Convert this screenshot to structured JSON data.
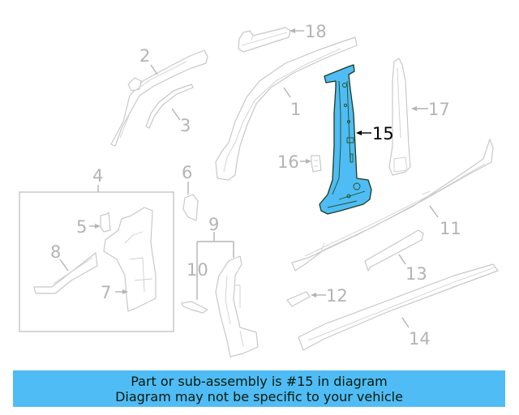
{
  "diagram": {
    "highlighted_part": "15",
    "highlight_color": "#4fbcf5",
    "callouts": [
      {
        "id": "1",
        "label": "1"
      },
      {
        "id": "2",
        "label": "2"
      },
      {
        "id": "3",
        "label": "3"
      },
      {
        "id": "4",
        "label": "4"
      },
      {
        "id": "5",
        "label": "5"
      },
      {
        "id": "6",
        "label": "6"
      },
      {
        "id": "7",
        "label": "7"
      },
      {
        "id": "8",
        "label": "8"
      },
      {
        "id": "9",
        "label": "9"
      },
      {
        "id": "10",
        "label": "10"
      },
      {
        "id": "11",
        "label": "11"
      },
      {
        "id": "12",
        "label": "12"
      },
      {
        "id": "13",
        "label": "13"
      },
      {
        "id": "14",
        "label": "14"
      },
      {
        "id": "15",
        "label": "15"
      },
      {
        "id": "16",
        "label": "16"
      },
      {
        "id": "17",
        "label": "17"
      },
      {
        "id": "18",
        "label": "18"
      }
    ]
  },
  "banner": {
    "line1": "Part or sub-assembly is #15 in diagram",
    "line2": "Diagram may not be specific to your vehicle",
    "background": "#4fbcf5"
  }
}
